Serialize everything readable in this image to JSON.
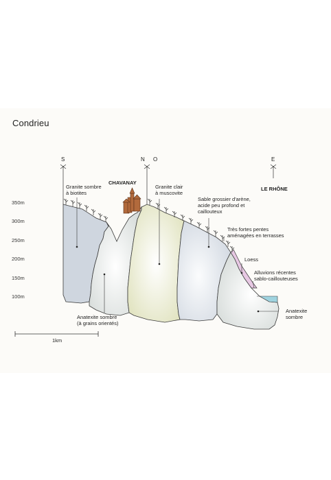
{
  "title": "Condrieu",
  "altitudes": [
    "350m",
    "300m",
    "250m",
    "200m",
    "150m",
    "100m"
  ],
  "directions": {
    "s": "S",
    "n": "N",
    "o": "O",
    "e": "E"
  },
  "places": {
    "village": "CHAVANAY",
    "river": "LE RHÔNE"
  },
  "labels": {
    "granite_sombre": [
      "Granite sombre",
      "à biotites"
    ],
    "granite_clair": [
      "Granite clair",
      "à muscovite"
    ],
    "sable": [
      "Sable grossier d'arène,",
      "acide peu profond et",
      "caillouteux"
    ],
    "pentes": [
      "Très fortes pentes",
      "aménagées en terrasses"
    ],
    "loess": [
      "Loess"
    ],
    "alluvions": [
      "Alluvions récentes",
      "sablo-caillouteuses"
    ],
    "anatexite_orientes": [
      "Anatexite sombre",
      "(à grains orientés)"
    ],
    "anatexite_sombre": [
      "Anatexite",
      "sombre"
    ]
  },
  "scale": "1km",
  "colors": {
    "granite_dark": "#cfd6df",
    "anatexite": "#e4e8e4",
    "granite_light": "#e6e7c8",
    "sand": "#d9dfe6",
    "loess": "#e7c8e3",
    "water": "#9fd3df",
    "outline": "#3a3a3a"
  }
}
